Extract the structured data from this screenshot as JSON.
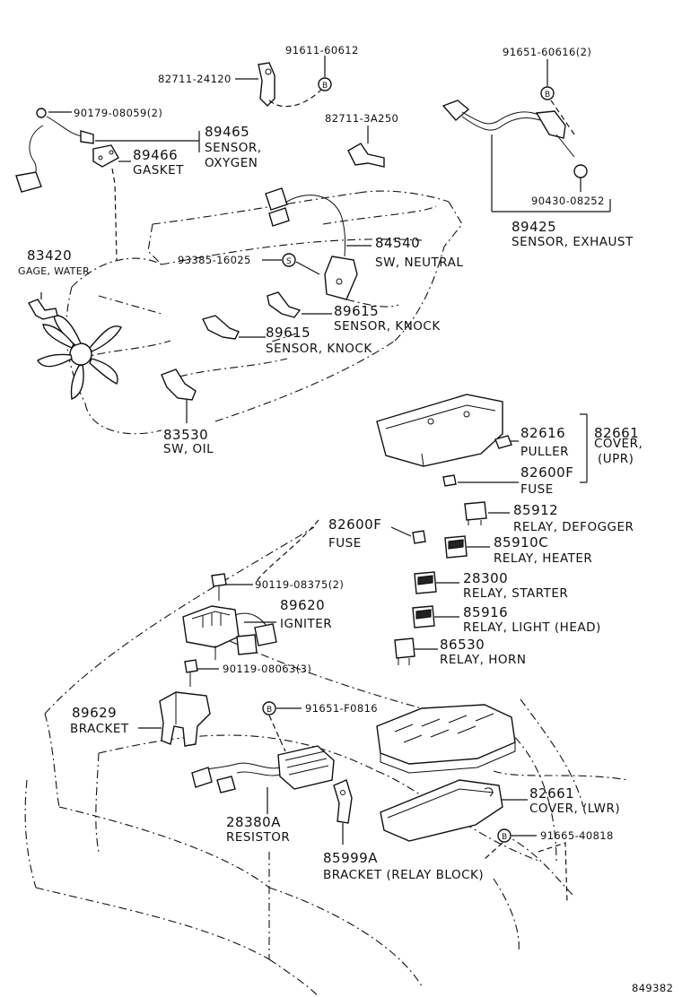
{
  "diagram_id": "849382",
  "labels": {
    "p91611": "91611-60612",
    "p82711a": "82711-24120",
    "p91651a": "91651-60616(2)",
    "p90179": "90179-08059(2)",
    "p89465": "89465",
    "n89465a": "SENSOR,",
    "n89465b": "OXYGEN",
    "p89466": "89466",
    "n89466": "GASKET",
    "p82711b": "82711-3A250",
    "p90430": "90430-08252",
    "p89425": "89425",
    "n89425": "SENSOR, EXHAUST",
    "p83420": "83420",
    "n83420": "GAGE, WATER",
    "p93385": "93385-16025",
    "p84540": "84540",
    "n84540": "SW, NEUTRAL",
    "p89615a": "89615",
    "n89615a": "SENSOR, KNOCK",
    "p89615b": "89615",
    "n89615b": "SENSOR, KNOCK",
    "p83530": "83530",
    "n83530": "SW, OIL",
    "p82616": "82616",
    "n82616": "PULLER",
    "p82661a": "82661",
    "n82661a1": "COVER,",
    "n82661a2": "(UPR)",
    "p82600a": "82600F",
    "n82600a": "FUSE",
    "p82600b": "82600F",
    "n82600b": "FUSE",
    "p85912": "85912",
    "n85912": "RELAY, DEFOGGER",
    "p85910": "85910C",
    "n85910": "RELAY, HEATER",
    "p28300": "28300",
    "n28300": "RELAY, STARTER",
    "p85916": "85916",
    "n85916": "RELAY, LIGHT (HEAD)",
    "p86530": "86530",
    "n86530": "RELAY, HORN",
    "p90119a": "90119-08375(2)",
    "p89620": "89620",
    "n89620": "IGNITER",
    "p90119b": "90119-08063(3)",
    "p89629": "89629",
    "n89629": "BRACKET",
    "p91651b": "91651-F0816",
    "p82661b": "82661",
    "n82661b": "COVER, (LWR)",
    "p91665": "91665-40818",
    "p28380": "28380A",
    "n28380": "RESISTOR",
    "p85999": "85999A",
    "n85999": "BRACKET (RELAY BLOCK)"
  },
  "marks": {
    "bolt_b": "B",
    "bolt_s": "S"
  }
}
